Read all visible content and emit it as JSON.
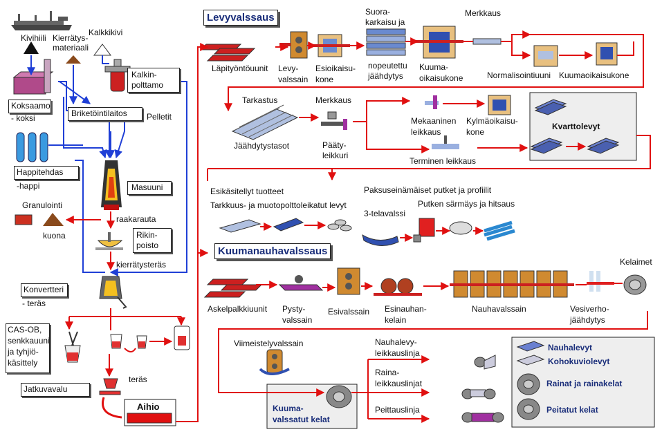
{
  "sections": {
    "levyvalssaus": "Levyvalssaus",
    "kuumanauhavalssaus": "Kuumanauhavalssaus"
  },
  "raw": {
    "kivihiili": "Kivihiili",
    "kierratysmateriaali": [
      "Kierrätys-",
      "materiaali"
    ],
    "kalkkikivi": "Kalkkikivi"
  },
  "boxes": {
    "kalkinpolttamo": [
      "Kalkin-",
      "polttamo"
    ],
    "koksaamo": [
      "Koksaamo",
      "- koksi"
    ],
    "briketointilaitos": "Briketöintilaitos",
    "happitehdas": [
      "Happitehdas",
      "-happi"
    ],
    "masuuni": "Masuuni",
    "rikinpoisto": [
      "Rikin-",
      "poisto"
    ],
    "konvertteri": [
      "Konvertteri",
      "- teräs"
    ],
    "casob": [
      "CAS-OB,",
      "senkkauuni",
      "ja tyhjiö-",
      "käsittely"
    ],
    "jatkuvavalu": "Jatkuvavalu",
    "aihio": "Aihio",
    "kvarttolevyt": "Kvarttolevyt",
    "kuumavalssatut": [
      "Kuuma-",
      "valssatut  kelat"
    ]
  },
  "labels": {
    "pelletit": "Pelletit",
    "granulointi": "Granulointi",
    "kuona": "kuona",
    "raakarauta": "raakarauta",
    "kierratysteras": "kierrätysteräs",
    "teras": "teräs",
    "lapityontouunit": "Läpityöntöuunit",
    "levyvalssain": [
      "Levy-",
      "valssain"
    ],
    "esioikaisukone": [
      "Esioikaisu-",
      "kone"
    ],
    "suorakarkaisu": [
      "Suora-",
      "karkaisu ja",
      "nopeutettu",
      "jäähdytys"
    ],
    "kuumaoikaisukone1": [
      "Kuuma-",
      "oikaisukone"
    ],
    "merkkaus1": "Merkkaus",
    "normalisointiuuni": "Normalisointiuuni",
    "kuumaoikaisukone2": "Kuumaoikaisukone",
    "tarkastus": "Tarkastus",
    "jaahdytystasot": "Jäähdytystasot",
    "merkkaus2": "Merkkaus",
    "paatyleikkuri": [
      "Pääty-",
      "leikkuri"
    ],
    "mekaaninen": [
      "Mekaaninen",
      "leikkaus"
    ],
    "kylmaoikaisukone": [
      "Kylmäoikaisu-",
      "kone"
    ],
    "terminen": "Terminen leikkaus",
    "esikasitellyt": "Esikäsitellyt tuotteet",
    "tarkkuus": "Tarkkuus- ja muotopolttoleikatut levyt",
    "paksuseinaiset": "Paksuseinämäiset putket ja profiilit",
    "kolmitelavalssi": "3-telavalssi",
    "putken": "Putken särmäys ja hitsaus",
    "askelpalkkiuunit": "Askelpalkkiuunit",
    "pystyvalssain": [
      "Pysty-",
      "valssain"
    ],
    "esivalssain": "Esivalssain",
    "esinauhankelain": [
      "Esinauhan-",
      "kelain"
    ],
    "nauhavalssain": "Nauhavalssain",
    "kelaimet": "Kelaimet",
    "vesiverho": [
      "Vesiverho-",
      "jäähdytys"
    ],
    "viimeistely": "Viimeistelyvalssain",
    "nauhalevyleikkaus": [
      "Nauhalevy-",
      "leikkauslinja"
    ],
    "raina": [
      "Raina-",
      "leikkauslinjat"
    ],
    "peittauslinja": "Peittauslinja"
  },
  "legend": [
    "Nauhalevyt",
    "Kohokuviolevyt",
    "Rainat ja rainakelat",
    "Peitatut kelat"
  ],
  "colors": {
    "flow_blue": "#1f3fd6",
    "flow_red": "#e01010",
    "title_blue": "#1a2e7a"
  }
}
